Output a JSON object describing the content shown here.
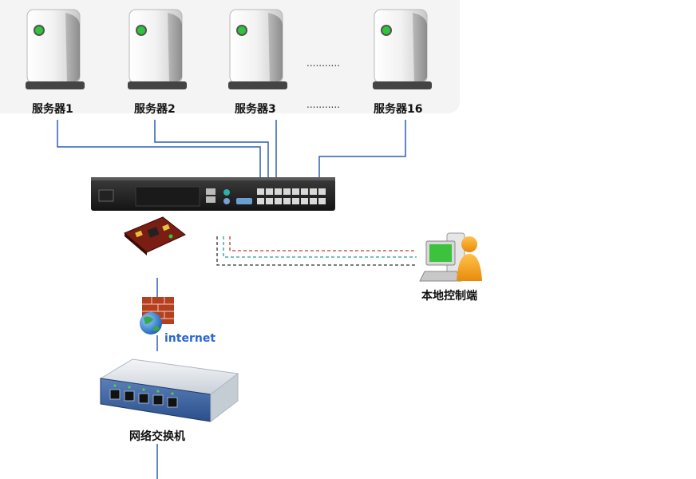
{
  "servers": [
    {
      "label": "服务器1"
    },
    {
      "label": "服务器2"
    },
    {
      "label": "服务器3"
    },
    {
      "label": "服务器16"
    }
  ],
  "ellipsis": "...........",
  "console_label": "本地控制端",
  "internet_label": "internet",
  "switch_label": "网络交换机",
  "colors": {
    "link_blue": "#2f5fb3",
    "dash_red": "#c0392b",
    "dash_teal": "#2c9c8a",
    "dash_black": "#333333",
    "internet_text": "#2a66d6"
  },
  "icons": [
    "server-tower-icon",
    "kvm-switch-icon",
    "circuit-board-icon",
    "firewall-icon",
    "globe-icon",
    "pc-user-icon",
    "network-switch-icon"
  ]
}
